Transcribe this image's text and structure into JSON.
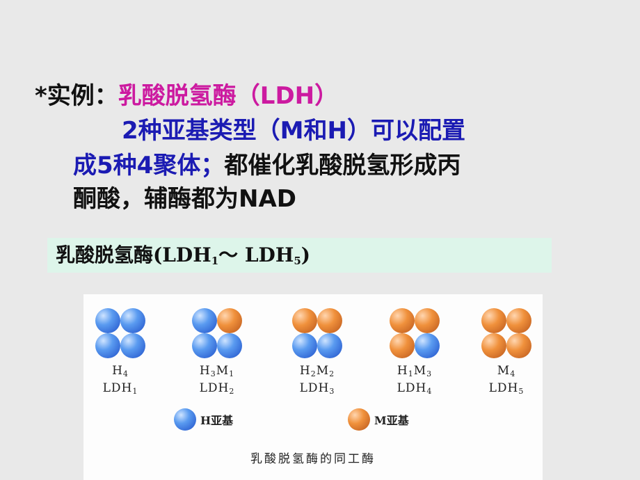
{
  "text": {
    "bullet": "*",
    "example_label": "实例：",
    "enzyme_name": "乳酸脱氢酶（LDH）",
    "line2": "2种亚基类型（M和H）可以配置",
    "line3_blue": "成5种4聚体；",
    "line3_black": "都催化乳酸脱氢形成丙",
    "line4": "酮酸，辅酶都为NAD"
  },
  "subtitle": {
    "prefix": "乳酸脱氢酶(LDH",
    "sub1": "1",
    "tilde": "～ LDH",
    "sub5": "5",
    "suffix": ")"
  },
  "isozymes": [
    {
      "formula": [
        "H",
        "4"
      ],
      "name": [
        "LDH",
        "1"
      ],
      "subunits": [
        "h",
        "h",
        "h",
        "h"
      ]
    },
    {
      "formula": [
        "H",
        "3",
        "M",
        "1"
      ],
      "name": [
        "LDH",
        "2"
      ],
      "subunits": [
        "h",
        "m",
        "h",
        "h"
      ]
    },
    {
      "formula": [
        "H",
        "2",
        "M",
        "2"
      ],
      "name": [
        "LDH",
        "3"
      ],
      "subunits": [
        "m",
        "m",
        "h",
        "h"
      ]
    },
    {
      "formula": [
        "H",
        "1",
        "M",
        "3"
      ],
      "name": [
        "LDH",
        "4"
      ],
      "subunits": [
        "m",
        "m",
        "m",
        "h"
      ]
    },
    {
      "formula": [
        "M",
        "4"
      ],
      "name": [
        "LDH",
        "5"
      ],
      "subunits": [
        "m",
        "m",
        "m",
        "m"
      ]
    }
  ],
  "legend": {
    "h_label": "H亚基",
    "m_label": "M亚基"
  },
  "figure_caption": "乳酸脱氢酶的同工酶",
  "colors": {
    "magenta": "#cc1aa0",
    "blue_text": "#1b1bb3",
    "h_subunit": "#3f7fe0",
    "m_subunit": "#e8822e",
    "subtitle_bg": "#ddf5ea"
  }
}
